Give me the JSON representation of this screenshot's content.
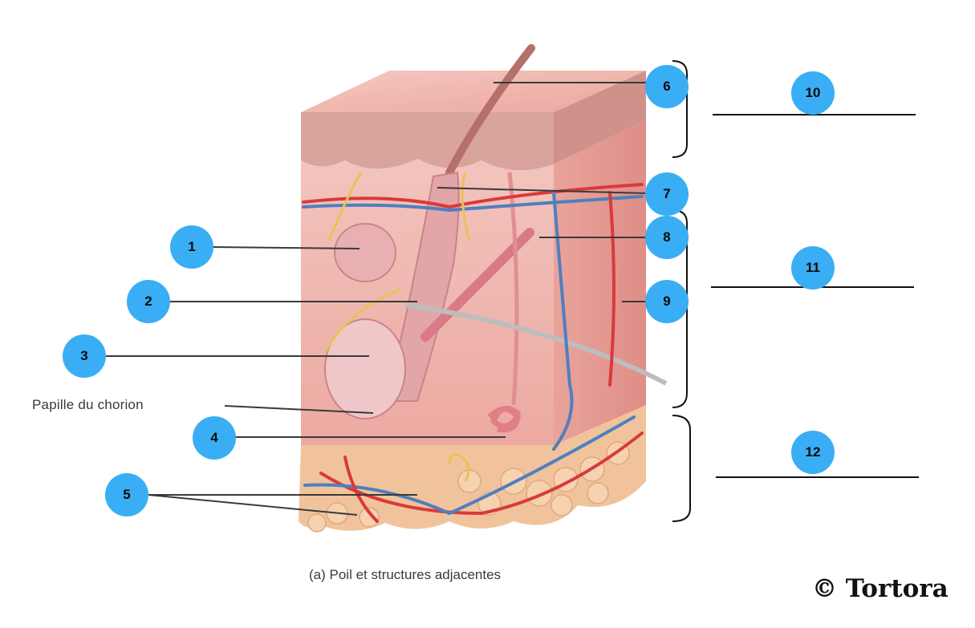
{
  "labels": {
    "papille": "Papille du chorion",
    "caption": "(a) Poil et structures adjacentes",
    "copyright": "© Tortora"
  },
  "markers": [
    "1",
    "2",
    "3",
    "4",
    "5",
    "6",
    "7",
    "8",
    "9",
    "10",
    "11",
    "12"
  ],
  "colors": {
    "marker": "#3aaef4",
    "epidermis": "#d99a96",
    "dermis": "#f1b9b0",
    "hypodermis_fat": "#f4c9a0",
    "artery": "#d93a3a",
    "vein": "#4f7fc0",
    "nerve": "#e8c25a"
  }
}
